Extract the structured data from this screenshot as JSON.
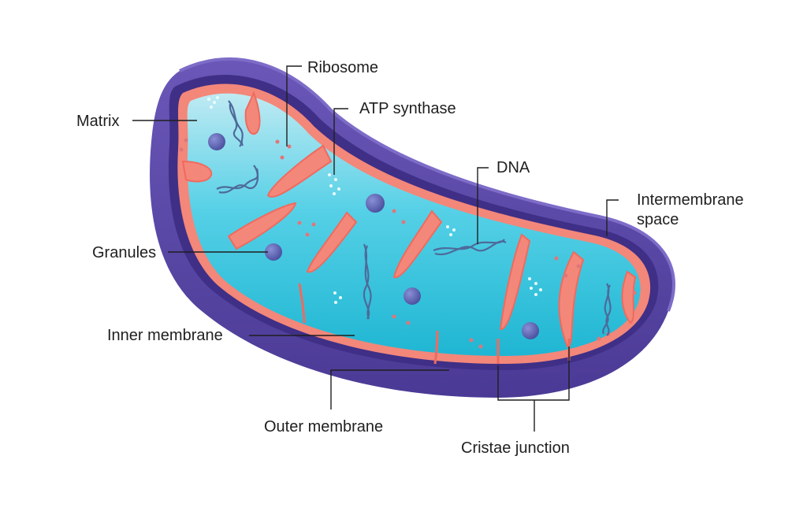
{
  "labels": {
    "ribosome": "Ribosome",
    "matrix": "Matrix",
    "atp_synthase": "ATP synthase",
    "dna": "DNA",
    "intermembrane_line1": "Intermembrane",
    "intermembrane_line2": "space",
    "granules": "Granules",
    "inner_membrane": "Inner membrane",
    "outer_membrane": "Outer membrane",
    "cristae_junction": "Cristae junction"
  },
  "colors": {
    "outer_membrane": "#5a47a6",
    "intermembrane": "#3f2f86",
    "inner_membrane": "#f3877a",
    "matrix": "#2bc4dc",
    "granule": "#5a63b0",
    "leader_line": "#1f1f1f"
  }
}
